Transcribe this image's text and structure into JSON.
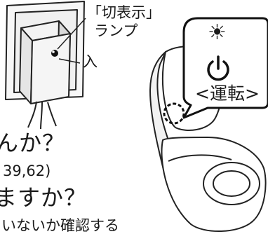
{
  "lamp_callout": {
    "line1": "「切表示」",
    "line2": "ランプ"
  },
  "power_state": {
    "label": "入"
  },
  "section1": {
    "heading": "んか？",
    "page_refs": "39,62)"
  },
  "section2": {
    "heading": "ますか？",
    "body": "いないか確認する"
  },
  "display_panel": {
    "sun_icon": "sun-icon",
    "power_icon": "power-icon",
    "status": "<運転>"
  }
}
